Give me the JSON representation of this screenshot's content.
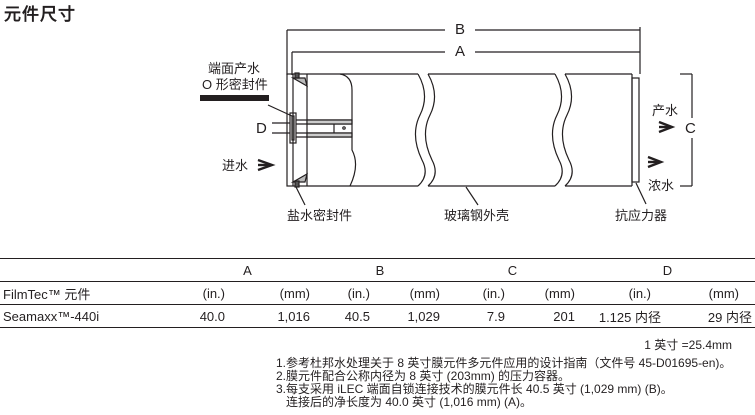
{
  "title": "元件尺寸",
  "diagram": {
    "dimension_labels": {
      "A": "A",
      "B": "B",
      "C": "C",
      "D": "D"
    },
    "callouts": {
      "end_product_oring_line1": "端面产水",
      "end_product_oring_line2": "O 形密封件",
      "feed": "进水",
      "brine_seal": "盐水密封件",
      "fiberglass_shell": "玻璃钢外壳",
      "product": "产水",
      "concentrate": "浓水",
      "anti_telescoping_device": "抗应力器"
    },
    "icons": {
      "feed_arrow": "arrow-right-icon",
      "product_arrow": "arrow-right-icon",
      "concentrate_arrow": "arrow-right-icon"
    }
  },
  "table": {
    "group_headers": [
      "A",
      "B",
      "C",
      "D"
    ],
    "row_label_header": "FilmTec™ 元件",
    "unit_headers": [
      "(in.)",
      "(mm)",
      "(in.)",
      "(mm)",
      "(in.)",
      "(mm)",
      "(in.)",
      "(mm)"
    ],
    "rows": [
      {
        "element": "Seamaxx™-440i",
        "values": [
          "40.0",
          "1,016",
          "40.5",
          "1,029",
          "7.9",
          "201",
          "1.125 内径",
          "29 内径"
        ]
      }
    ]
  },
  "unit_note": "1 英寸 =25.4mm",
  "notes": [
    "1.参考杜邦水处理关于 8 英寸膜元件多元件应用的设计指南（文件号 45-D01695-en)。",
    "2.膜元件配合公称内径为 8 英寸 (203mm) 的压力容器。",
    "3.每支采用 iLEC 端面自锁连接技术的膜元件长 40.5 英寸 (1,029 mm) (B)。",
    "   连接后的净长度为 40.0 英寸 (1,016 mm) (A)。"
  ]
}
